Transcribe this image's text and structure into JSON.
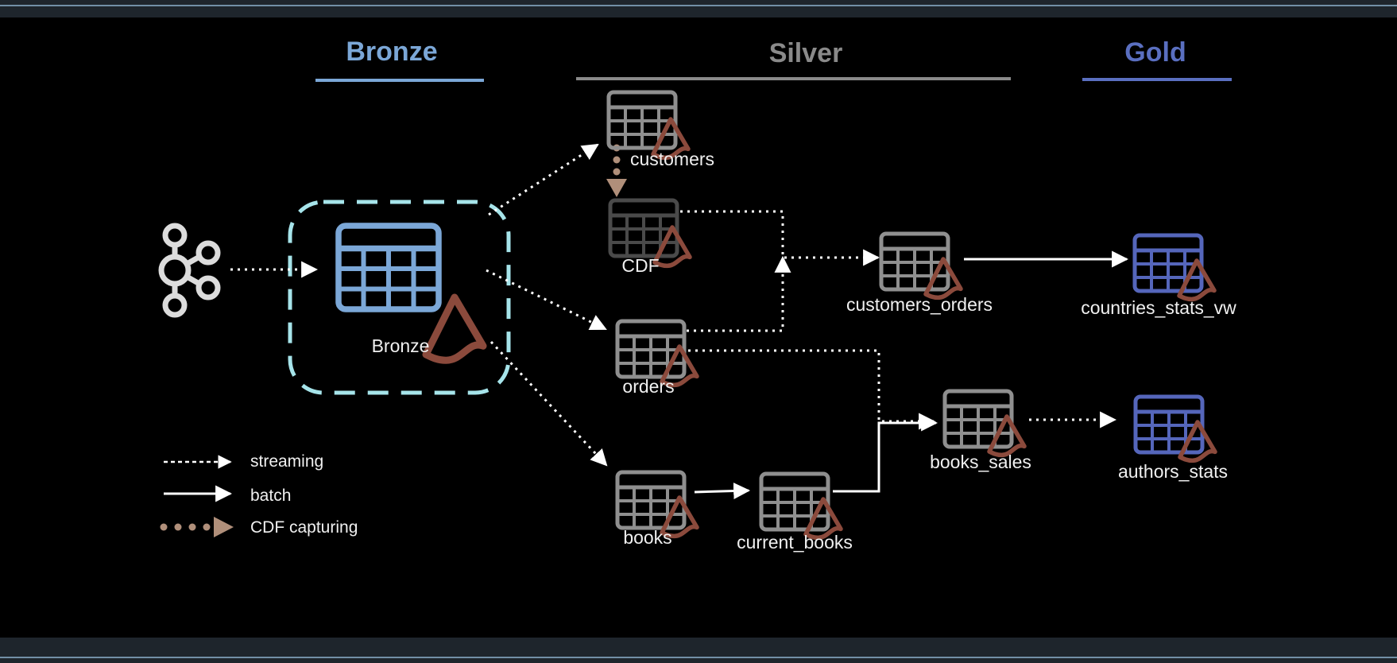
{
  "tiers": {
    "bronze": {
      "label": "Bronze",
      "color": "#7ba7d7"
    },
    "silver": {
      "label": "Silver",
      "color": "#8a8a8a"
    },
    "gold": {
      "label": "Gold",
      "color": "#5a6fc0"
    }
  },
  "nodes": {
    "source": {
      "icon": "kafka-icon"
    },
    "bronze": {
      "label": "Bronze"
    },
    "customers": {
      "label": "customers"
    },
    "cdf": {
      "label": "CDF"
    },
    "orders": {
      "label": "orders"
    },
    "books": {
      "label": "books"
    },
    "current_books": {
      "label": "current_books"
    },
    "customers_orders": {
      "label": "customers_orders"
    },
    "countries_stats_vw": {
      "label": "countries_stats_vw"
    },
    "books_sales": {
      "label": "books_sales"
    },
    "authors_stats": {
      "label": "authors_stats"
    }
  },
  "legend": {
    "streaming": "streaming",
    "batch": "batch",
    "cdf_capturing": "CDF capturing"
  },
  "colors": {
    "delta_logo": "#8b4a3c",
    "silver_table": "#8f8f8f",
    "cdf_table": "#4a4a4a",
    "gold_table": "#5566bb",
    "bronze_table": "#7ba7d7",
    "bronze_border": "#a6e4ea",
    "cdf_arrow": "#b08f7a"
  }
}
